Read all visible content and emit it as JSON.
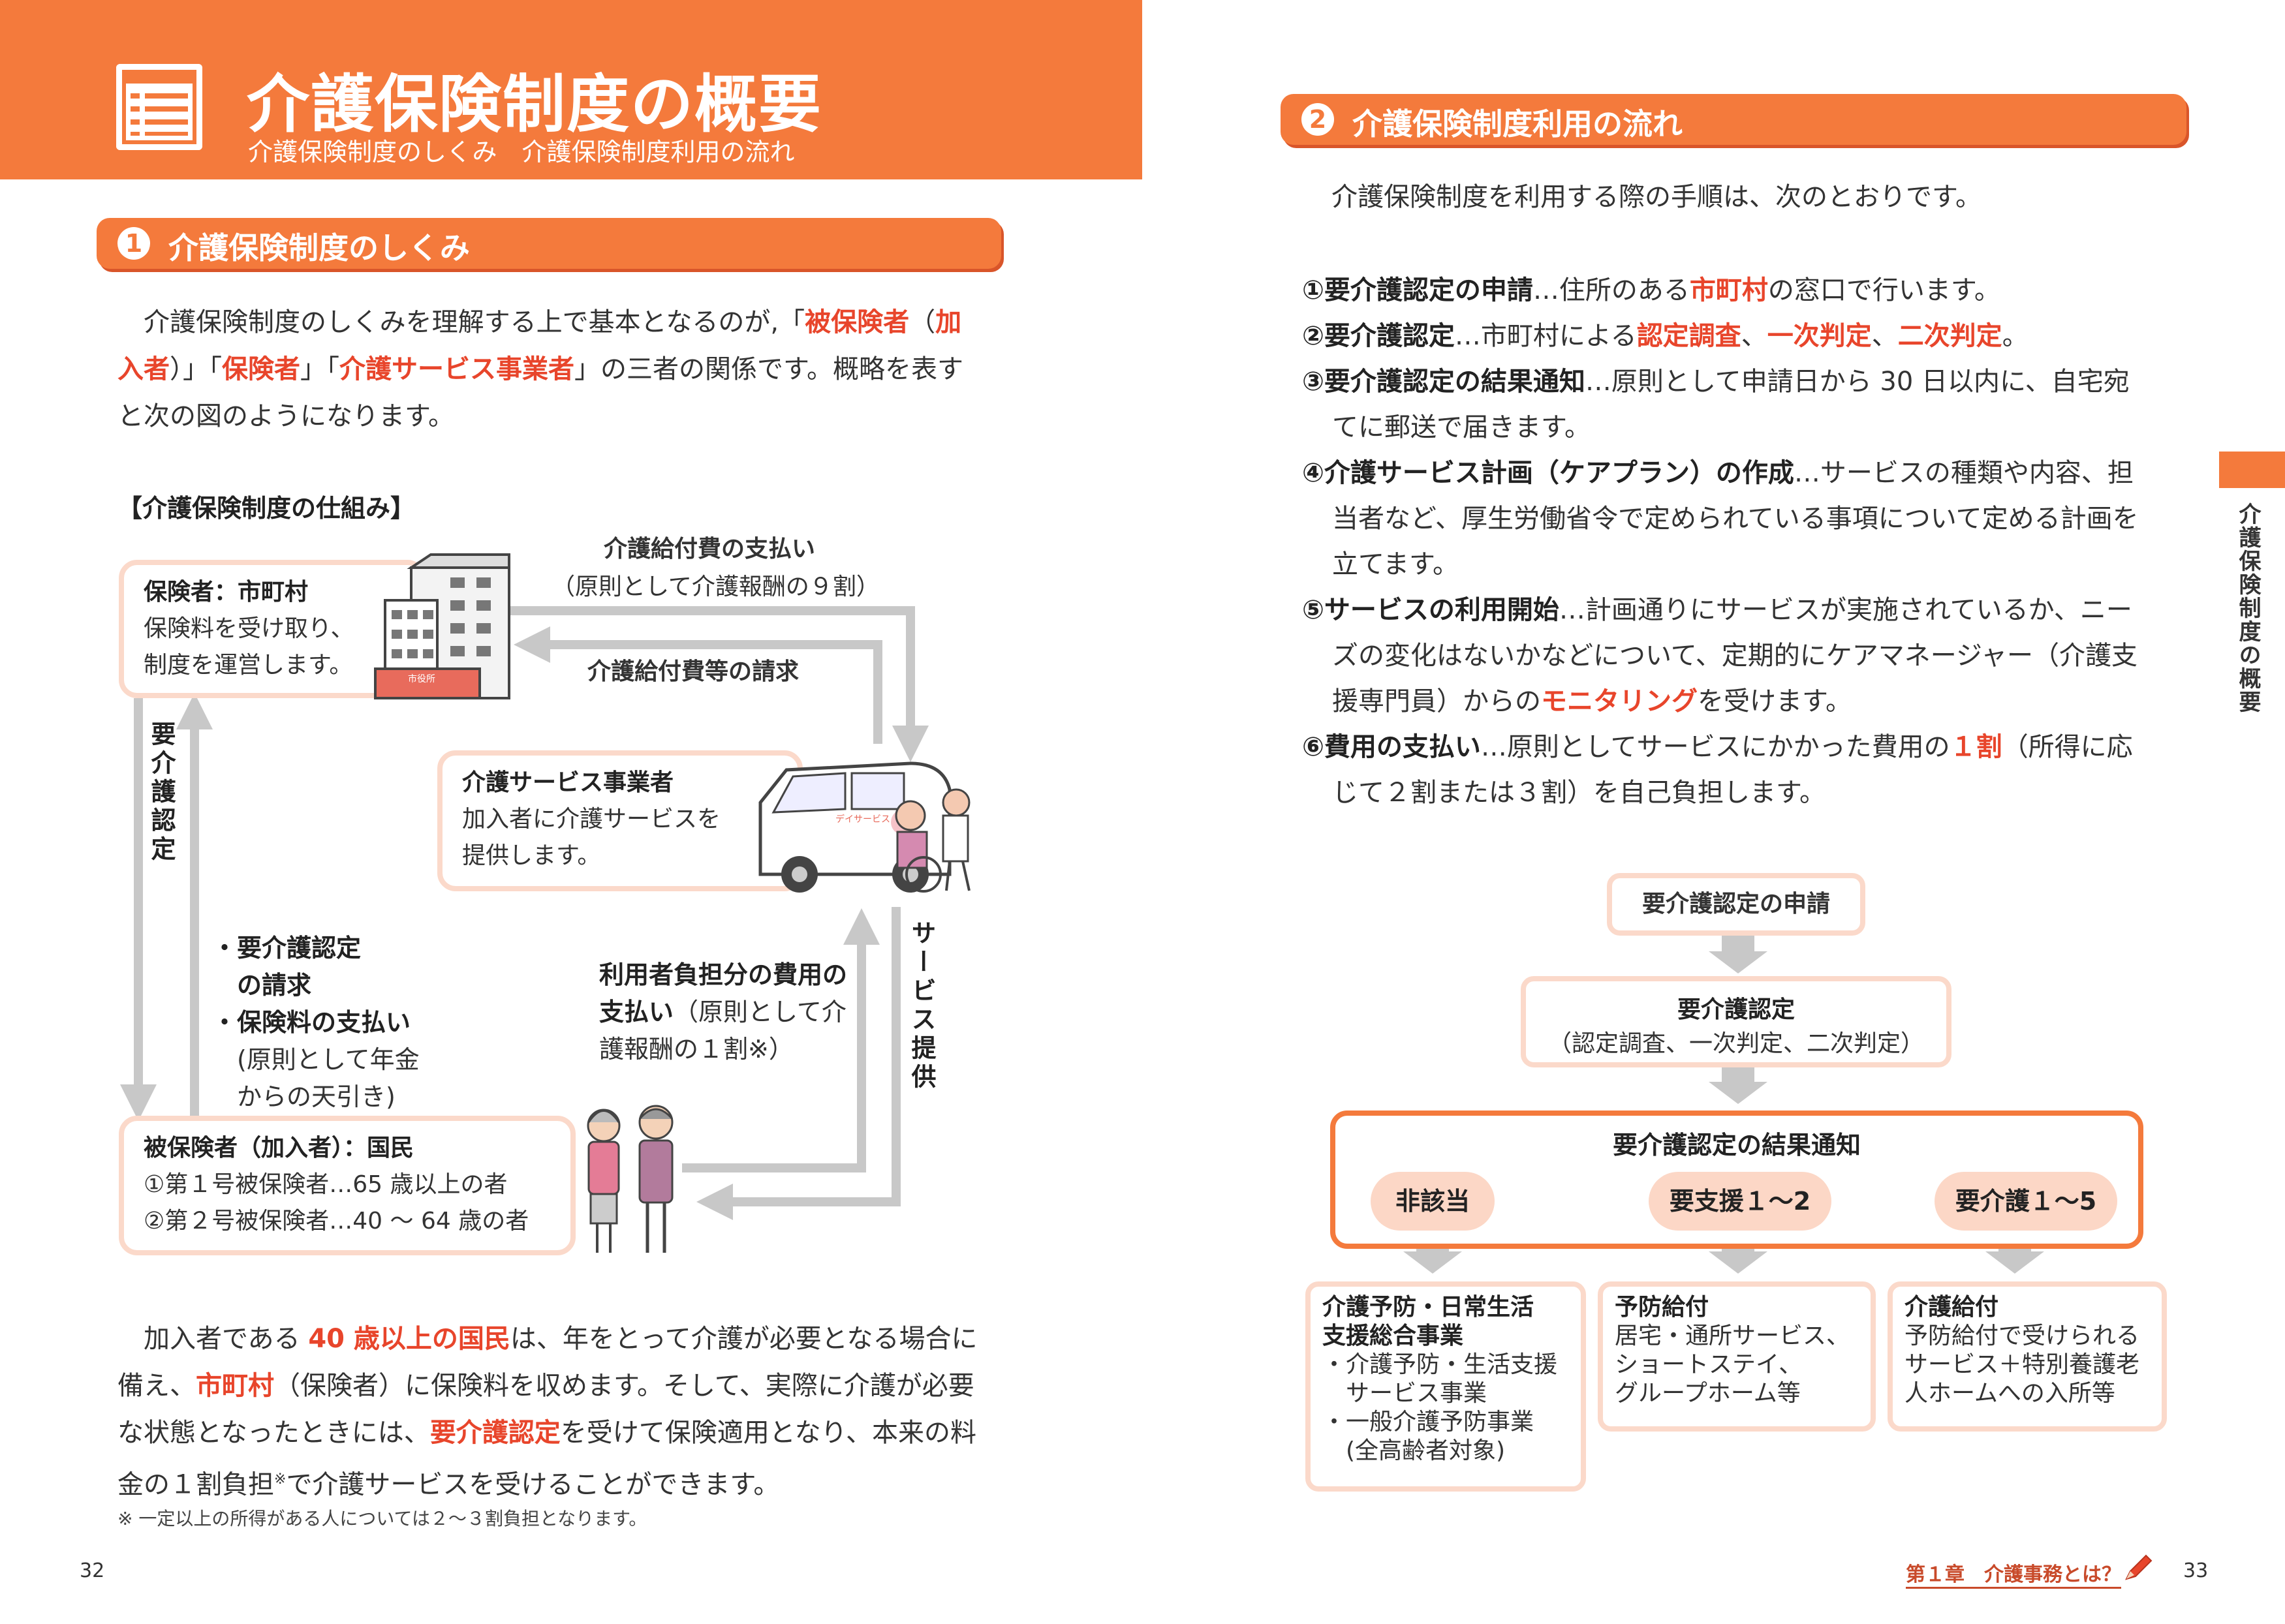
{
  "header": {
    "title": "介護保険制度の概要",
    "subtitle": "介護保険制度のしくみ　介護保険制度利用の流れ"
  },
  "section1": {
    "num": "1",
    "title": "介護保険制度のしくみ",
    "intro_parts": [
      "介護保険制度のしくみを理解する上で基本となるのが,「",
      "被保険者",
      "（",
      "加入者",
      "）」「",
      "保険者",
      "」「",
      "介護サービス事業者",
      "」の三者の関係です。概略を表すと次の図のようになります。"
    ],
    "diagram_caption": "【介護保険制度の仕組み】",
    "insurer": {
      "title": "保険者：市町村",
      "line1": "保険料を受け取り、",
      "line2": "制度を運営します。",
      "building_sign": "市役所"
    },
    "provider": {
      "title": "介護サービス事業者",
      "line1": "加入者に介護サービスを",
      "line2": "提供します。",
      "van_label": "デイサービス"
    },
    "insured": {
      "title": "被保険者（加入者）：国民",
      "line1": "①第１号被保険者…65 歳以上の者",
      "line2": "②第２号被保険者…40 ～ 64 歳の者"
    },
    "arrow_payment": {
      "line1": "介護給付費の支払い",
      "line2": "（原則として介護報酬の９割）"
    },
    "arrow_claim": "介護給付費等の請求",
    "arrow_certification": "要介護認定",
    "arrow_service": "サービス提供",
    "arrow_requests": [
      "・要介護認定",
      "　の請求",
      "・保険料の支払い",
      "　(原則として年金",
      "　からの天引き)"
    ],
    "arrow_copay": {
      "line1": "利用者負担分の費用の",
      "line2_bold": "支払い",
      "line2_rest": "（原則として介",
      "line3": "護報酬の１割※）"
    },
    "para2_parts": [
      "加入者である ",
      "40 歳以上の国民",
      "は、年をとって介護が必要となる場合に備え、",
      "市町村",
      "（保険者）に保険料を収めます。そして、実際に介護が必要な状態となったときには、",
      "要介護認定",
      "を受けて保険適用となり、本来の料金の１割負担",
      "※",
      "で介護サービスを受けることができます。"
    ],
    "footnote": "※ 一定以上の所得がある人については２～３割負担となります。"
  },
  "section2": {
    "num": "2",
    "title": "介護保険制度利用の流れ",
    "intro": "介護保険制度を利用する際の手順は、次のとおりです。",
    "steps": [
      {
        "label": "①要介護認定の申請",
        "parts": [
          "…住所のある",
          "市町村",
          "の窓口で行います。"
        ]
      },
      {
        "label": "②要介護認定",
        "parts": [
          "…市町村による",
          "認定調査",
          "、",
          "一次判定",
          "、",
          "二次判定",
          "。"
        ]
      },
      {
        "label": "③要介護認定の結果通知",
        "line1": "…原則として申請日から 30 日以内に、自宅宛",
        "line2": "てに郵送で届きます。"
      },
      {
        "label": "④介護サービス計画（ケアプラン）の作成",
        "line1": "…サービスの種類や内容、担",
        "line2": "当者など、厚生労働省令で定められている事項について定める計画を",
        "line3": "立てます。"
      },
      {
        "label": "⑤サービスの利用開始",
        "line1": "…計画通りにサービスが実施されているか、ニー",
        "line2": "ズの変化はないかなどについて、定期的にケアマネージャー（介護支",
        "line3_a": "援専門員）からの",
        "line3_hl": "モニタリング",
        "line3_b": "を受けます。"
      },
      {
        "label": "⑥費用の支払い",
        "line1_a": "…原則としてサービスにかかった費用の",
        "line1_hl": "１割",
        "line1_b": "（所得に応",
        "line2": "じて２割または３割）を自己負担します。"
      }
    ],
    "flow": {
      "box1": "要介護認定の申請",
      "box2_title": "要介護認定",
      "box2_sub": "（認定調査、一次判定、二次判定）",
      "box3_title": "要介護認定の結果通知",
      "ovals": [
        "非該当",
        "要支援１～2",
        "要介護１～5"
      ],
      "res1": [
        "介護予防・日常生活",
        "支援総合事業",
        "・介護予防・生活支援",
        "　サービス事業",
        "・一般介護予防事業",
        "　(全高齢者対象)"
      ],
      "res2": [
        "予防給付",
        "居宅・通所サービス、",
        "ショートステイ、",
        "グループホーム等"
      ],
      "res3": [
        "介護給付",
        "予防給付で受けられる",
        "サービス＋特別養護老",
        "人ホームへの入所等"
      ]
    }
  },
  "side_tab": "介護保険制度の概要",
  "footer": {
    "left_page": "32",
    "right_page": "33",
    "chapter": "第１章　介護事務とは？"
  },
  "colors": {
    "accent": "#f47a3c",
    "highlight": "#e8452b",
    "box_border": "#fbd9ca",
    "arrow": "#c8c8c8"
  }
}
